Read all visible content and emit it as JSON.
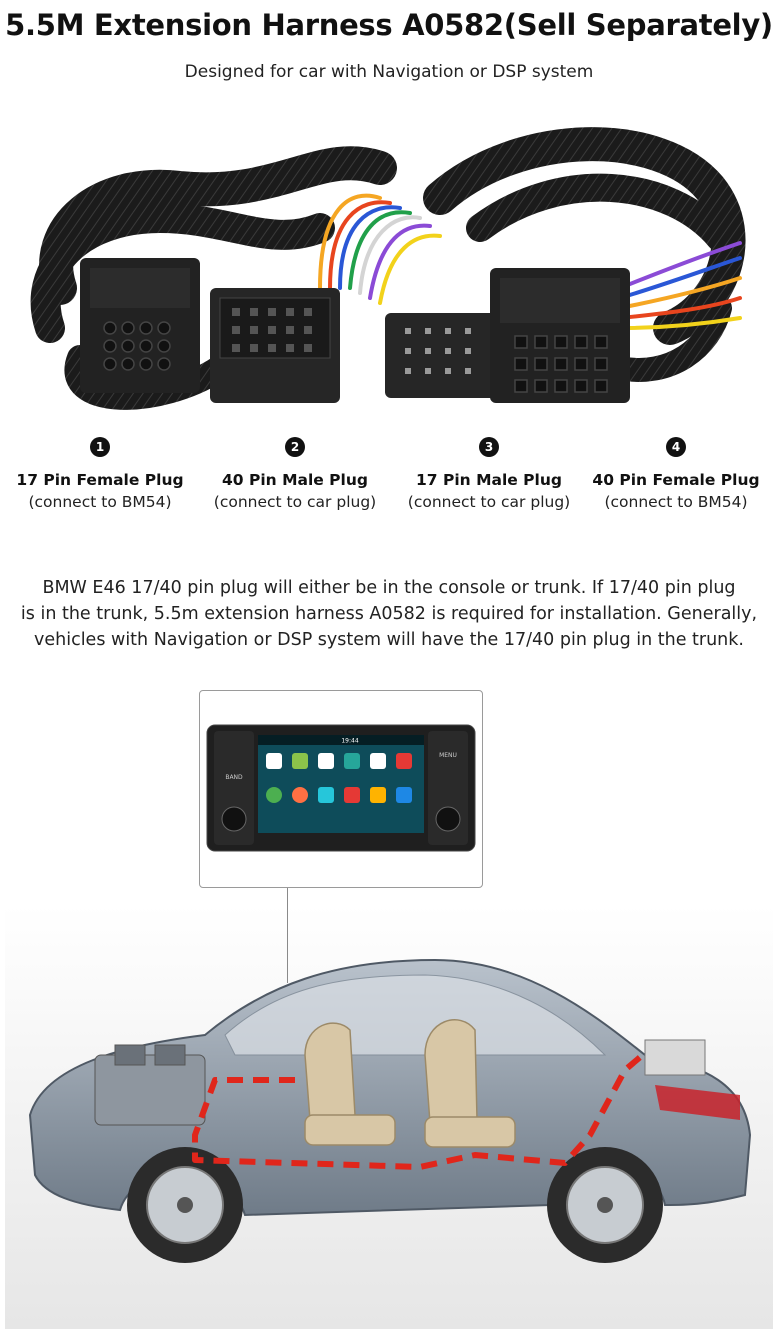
{
  "header": {
    "title": "5.5M Extension Harness A0582(Sell Separately)",
    "subtitle": "Designed for car with Navigation or DSP system"
  },
  "plugs": [
    {
      "number": "1",
      "name": "17 Pin Female Plug",
      "note": "(connect to BM54)"
    },
    {
      "number": "2",
      "name": "40 Pin Male Plug",
      "note": "(connect to car plug)"
    },
    {
      "number": "3",
      "name": "17 Pin Male Plug",
      "note": "(connect to car plug)"
    },
    {
      "number": "4",
      "name": "40 Pin Female Plug",
      "note": "(connect to BM54)"
    }
  ],
  "description": {
    "line1": "BMW E46 17/40 pin plug will either be in the console or trunk. If 17/40 pin plug",
    "line2": "is in the trunk, 5.5m extension harness A0582 is required for installation. Generally,",
    "line3": "vehicles with Navigation or DSP system will have the 17/40 pin plug in the trunk."
  },
  "head_unit": {
    "status_time": "19:44",
    "buttons": [
      "BAND",
      "MENU"
    ]
  },
  "colors": {
    "route_dash": "#e0261b",
    "sleeve": "#1a1a1a",
    "wires": [
      "#f5a623",
      "#e8451e",
      "#2a57d6",
      "#21a04a",
      "#d4d4d4",
      "#8b4bd6",
      "#f2d21b"
    ]
  }
}
